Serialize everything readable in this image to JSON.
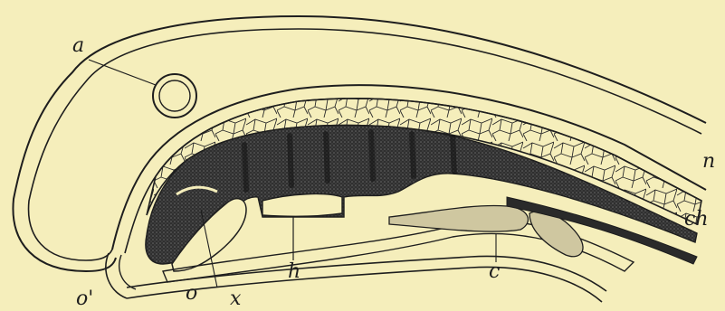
{
  "figure": {
    "labels": {
      "a": "a",
      "n": "n",
      "ch": "ch",
      "h": "h",
      "c": "c",
      "o": "o",
      "x": "x",
      "o_prime": "o'"
    },
    "colors": {
      "background": "#f5eebb",
      "ink": "#1e1e1e",
      "shading": "#3a3a3a"
    }
  }
}
